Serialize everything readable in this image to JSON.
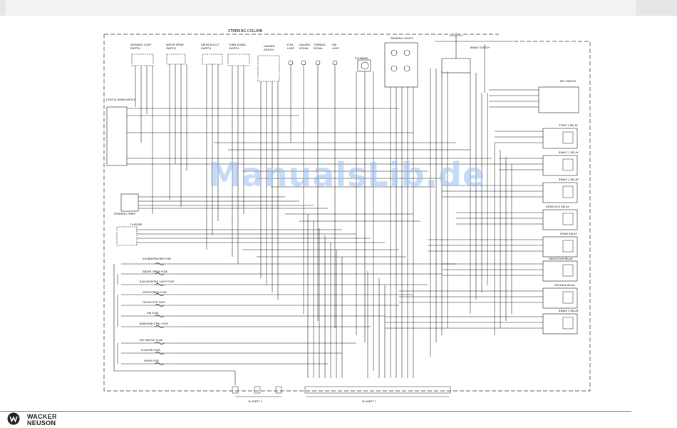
{
  "title": "STEERING COLUMN",
  "watermark": "ManualsLib.de",
  "logo": {
    "line1": "WACKER",
    "line2": "NEUSON"
  },
  "switches": {
    "working_light": [
      "WORKING LIGHT",
      "SWITCH"
    ],
    "water_spray": [
      "WATER SPRAY",
      "SWITCH"
    ],
    "drum_select": [
      "DRUM SELECT",
      "SWITCH"
    ],
    "turn_signal": [
      "TURN SIGNAL",
      "SWITCH"
    ],
    "hazard": [
      "HAZARD",
      "SWITCH"
    ],
    "fuel": [
      "FUEL",
      "LAMP"
    ],
    "hazard_signal": [
      "HAZARD",
      "SIGNAL"
    ],
    "turning_signal": [
      "TURNING",
      "SIGNAL"
    ],
    "vib": [
      "VIB",
      "LAMP"
    ],
    "sounder": "SOUNDER",
    "warning_lights": "WARNING LIGHTS",
    "brake_switch": "BRAKE SWITCH",
    "key_switch": "KEY SWITCH",
    "lights_horn": "LIGHTS/ HORN SWITCH",
    "spraying_timer": "SPRAYING TIMER",
    "flasher": "FLASHER"
  },
  "relays": [
    "START 1 RELAY",
    "BRAKE 1 RELAY",
    "BRAKE 2 RELAY",
    "INTERLOCK RELAY",
    "SPRAY RELAY",
    "FAN MOTOR RELAY",
    "NEUTRAL RELAY",
    "BRAKE 3 RELAY"
  ],
  "fuses": [
    "SOUNDER/HORN FUSE",
    "WATER SPRAY FUSE",
    "BACKUP/HORN LIGHT FUSE",
    "MONITORING FUSE",
    "FAN MOTOR FUSE",
    "VIB FUSE",
    "BRAKE/NEUTRAL FUSE",
    "KEY SWITCH FUSE",
    "FLASHER FUSE",
    "HORN FUSE"
  ],
  "connectors": {
    "sheet1": "To SHEET 1",
    "sheet2": "To SHEET 2"
  },
  "colors": {
    "line": "#1a1a1a",
    "dash": "#333333",
    "watermark": "#96bef0",
    "background": "#ffffff"
  }
}
